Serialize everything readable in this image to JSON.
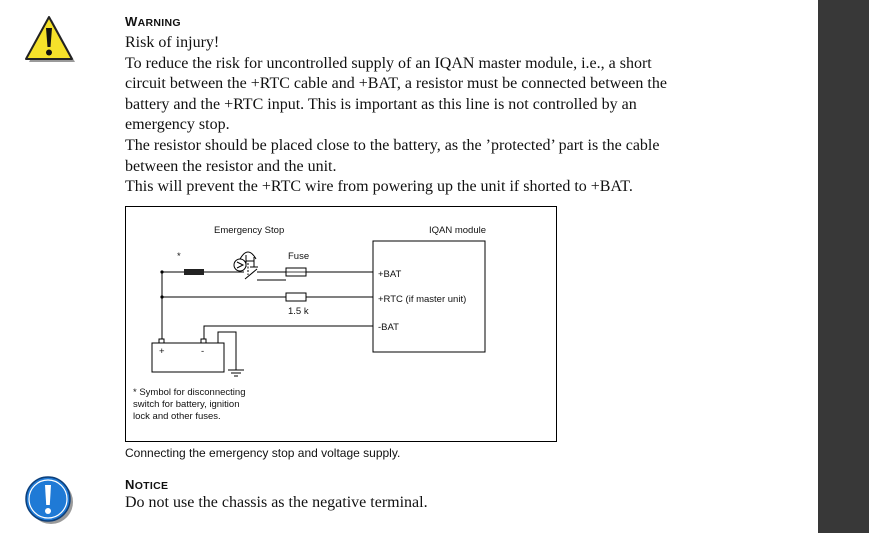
{
  "warning": {
    "icon": "warning-triangle-icon",
    "heading_first": "W",
    "heading_rest": "ARNING",
    "lines": [
      "Risk of injury!",
      "To reduce the risk for uncontrolled supply of an IQAN master module, i.e., a short",
      "circuit between the +RTC cable and +BAT, a resistor must be connected between the",
      "battery and the +RTC input. This is important as this line is not controlled by an",
      "emergency stop.",
      "The resistor should be placed close to the battery, as the ’protected’ part is the cable",
      "between the resistor and the unit.",
      "This will prevent the +RTC wire from powering up the unit if shorted to +BAT."
    ]
  },
  "diagram": {
    "emergency_stop_label": "Emergency Stop",
    "module_label": "IQAN module",
    "fuse_label": "Fuse",
    "resistor_label": "1.5 k",
    "asterisk": "*",
    "terminal_bat": "+BAT",
    "terminal_rtc": "+RTC (if master unit)",
    "terminal_neg": "-BAT",
    "battery_plus": "+",
    "battery_minus": "-",
    "footnote_lines": [
      "* Symbol for disconnecting",
      "switch for battery, ignition",
      "lock and other fuses."
    ]
  },
  "caption": "Connecting the emergency stop and voltage supply.",
  "notice": {
    "icon": "notice-exclamation-icon",
    "heading_first": "N",
    "heading_rest": "OTICE",
    "text": "Do not use the chassis as the negative terminal."
  },
  "colors": {
    "warning_yellow": "#f5e12a",
    "notice_blue": "#1f7ad6",
    "sidebar": "#383838"
  }
}
